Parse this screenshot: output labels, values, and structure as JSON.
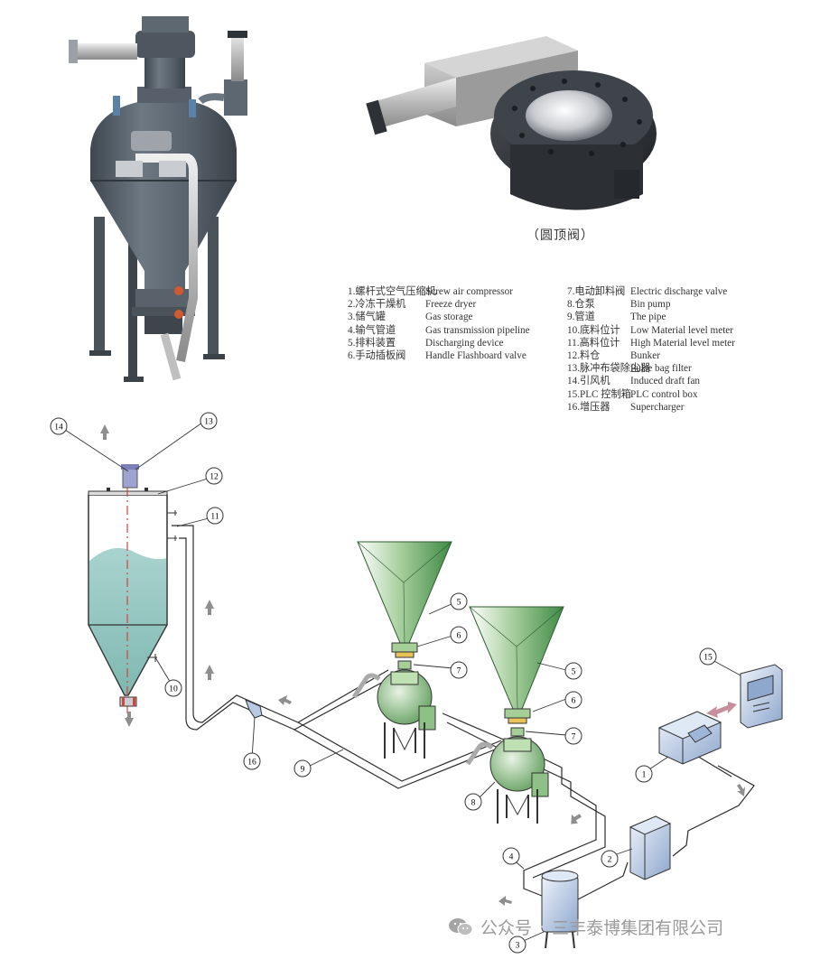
{
  "caption": "（圆顶阀）",
  "legend_left": [
    {
      "zh": "1.螺杆式空气压缩机",
      "en": "Screw air compressor"
    },
    {
      "zh": "2.冷冻干燥机",
      "en": "Freeze dryer"
    },
    {
      "zh": "3.储气罐",
      "en": "Gas storage"
    },
    {
      "zh": "4.输气管道",
      "en": "Gas transmission pipeline"
    },
    {
      "zh": "5.排料装置",
      "en": "Discharging device"
    },
    {
      "zh": "6.手动插板阀",
      "en": "Handle Flashboard valve"
    }
  ],
  "legend_right": [
    {
      "zh": "7.电动卸料阀",
      "en": "Electric discharge valve"
    },
    {
      "zh": "8.仓泵",
      "en": "Bin pump"
    },
    {
      "zh": "9.管道",
      "en": "The pipe"
    },
    {
      "zh": "10.底料位计",
      "en": "Low Material level meter"
    },
    {
      "zh": "11.高料位计",
      "en": "High Material level meter"
    },
    {
      "zh": "12.料仓",
      "en": "Bunker"
    },
    {
      "zh": "13.脉冲布袋除尘器",
      "en": "Pulse bag filter"
    },
    {
      "zh": "14.引风机",
      "en": "Induced draft fan"
    },
    {
      "zh": "15.PLC 控制箱",
      "en": "PLC control box"
    },
    {
      "zh": "16.增压器",
      "en": "Supercharger"
    }
  ],
  "callouts": {
    "c1": "1",
    "c2": "2",
    "c3": "3",
    "c4": "4",
    "c5a": "5",
    "c5b": "5",
    "c6a": "6",
    "c6b": "6",
    "c7a": "7",
    "c7b": "7",
    "c8": "8",
    "c9": "9",
    "c10": "10",
    "c11": "11",
    "c12": "12",
    "c13": "13",
    "c14": "14",
    "c15": "15",
    "c16": "16"
  },
  "watermark": {
    "account": "公众号",
    "separator": "·",
    "company": "三丰泰博集团有限公司"
  },
  "colors": {
    "tank_gray": "#5c6670",
    "valve_dark": "#34383d",
    "hopper_green": "#8fbf86",
    "pump_green": "#9cc590",
    "silo_liquid": "#9ccac4",
    "equipment_blue": "#b7c9e3",
    "arrow_gray": "#8e8e8e",
    "double_arrow": "#c78f9d",
    "fan_purple": "#7c7fb8",
    "flow_red": "#d0463b"
  },
  "icons": [
    "wechat-icon",
    "up-arrow-icon",
    "down-arrow-icon",
    "double-arrow-icon"
  ]
}
